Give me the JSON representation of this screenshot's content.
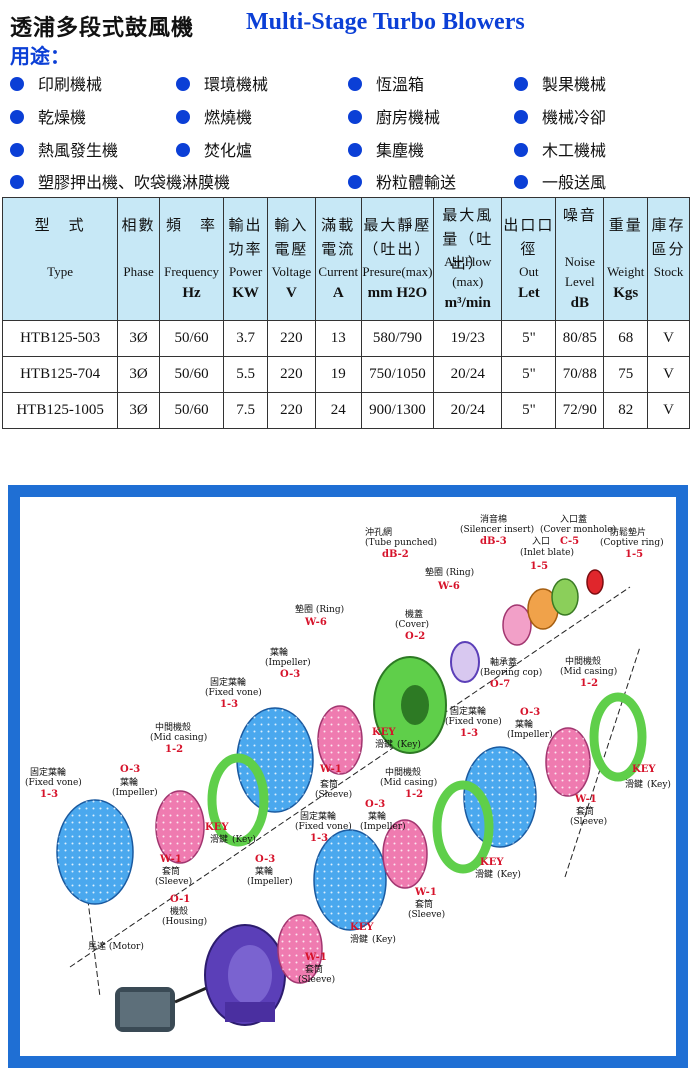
{
  "header": {
    "title_zh": "透浦多段式鼓風機",
    "title_en": "Multi-Stage Turbo Blowers",
    "usage_label": "用途："
  },
  "usage": [
    "印刷機械",
    "環境機械",
    "恆溫箱",
    "製果機械",
    "乾燥機",
    "燃燒機",
    "廚房機械",
    "機械冷卻",
    "熱風發生機",
    "焚化爐",
    "集塵機",
    "木工機械",
    "塑膠押出機、吹袋機淋膜機",
    "粉粒體輸送",
    "一般送風"
  ],
  "table": {
    "headers": [
      {
        "zh": "型　式",
        "en": "Type",
        "unit": ""
      },
      {
        "zh": "相數",
        "en": "Phase",
        "unit": ""
      },
      {
        "zh": "頻　率",
        "en": "Frequency",
        "unit": "Hz"
      },
      {
        "zh": "輸出功率",
        "en": "Power",
        "unit": "KW"
      },
      {
        "zh": "輸入電壓",
        "en": "Voltage",
        "unit": "V"
      },
      {
        "zh": "滿載電流",
        "en": "Current",
        "unit": "A"
      },
      {
        "zh": "最大靜壓（吐出）",
        "en": "Presure(max)",
        "unit": "mm H2O"
      },
      {
        "zh": "最大風量（吐出）",
        "en": "Air Flow (max)",
        "unit": "m³/min"
      },
      {
        "zh": "出口口徑",
        "en": "Out",
        "unit": "Let"
      },
      {
        "zh": "噪音",
        "en": "Noise Level",
        "unit": "dB"
      },
      {
        "zh": "重量",
        "en": "Weight",
        "unit": "Kgs"
      },
      {
        "zh": "庫存區分",
        "en": "Stock",
        "unit": ""
      }
    ],
    "rows": [
      [
        "HTB125-503",
        "3Ø",
        "50/60",
        "3.7",
        "220",
        "13",
        "580/790",
        "19/23",
        "5\"",
        "80/85",
        "68",
        "V"
      ],
      [
        "HTB125-704",
        "3Ø",
        "50/60",
        "5.5",
        "220",
        "19",
        "750/1050",
        "20/24",
        "5\"",
        "70/88",
        "75",
        "V"
      ],
      [
        "HTB125-1005",
        "3Ø",
        "50/60",
        "7.5",
        "220",
        "24",
        "900/1300",
        "20/24",
        "5\"",
        "72/90",
        "82",
        "V"
      ]
    ]
  },
  "diagram": {
    "labels": {
      "tube_zh": "沖孔網",
      "tube_en": "(Tube punched)",
      "tube_code": "dB-2",
      "silencer_zh": "消音棉",
      "silencer_en": "(Silencer insert)",
      "silencer_code": "dB-3",
      "cover_mh_zh": "入口蓋",
      "cover_mh_en": "(Cover monhole)",
      "cover_mh_code": "C-5",
      "inlet_zh": "入口",
      "inlet_en": "(Inlet blate)",
      "inlet_code": "1-5",
      "captive_zh": "防鬆墊片",
      "captive_en": "(Coptive ring)",
      "captive_code": "1-5",
      "ring1_zh": "墊圈 (Ring)",
      "ring1_code": "W-6",
      "ring2_zh": "墊圈 (Ring)",
      "ring2_code": "W-6",
      "cover_zh": "機蓋",
      "cover_en": "(Cover)",
      "cover_code": "O-2",
      "bearing_zh": "軸承蓋",
      "bearing_en": "(Beoring cop)",
      "bearing_code": "O-7",
      "imp_zh": "葉輪",
      "imp_en": "(Impeller)",
      "imp_code": "O-3",
      "fixed_zh": "固定葉輪",
      "fixed_en": "(Fixed vone)",
      "fixed_code": "1-3",
      "mid_zh": "中間機殼",
      "mid_en": "(Mid casing)",
      "mid_code": "1-2",
      "key_code": "KEY",
      "key_zh": "滑鍵",
      "key_en": "(Key)",
      "sleeve_code": "W-1",
      "sleeve_zh": "套筒",
      "sleeve_en": "(Sleeve)",
      "housing_zh": "機殼",
      "housing_en": "(Housing)",
      "housing_code": "O-1",
      "motor": "馬達 (Motor)"
    }
  },
  "colors": {
    "accent": "#0b3fd6",
    "table_bg": "#c7e8f6",
    "frame": "#1f6fd4",
    "code": "#d6122a",
    "impeller": "#ef7bb0",
    "fixed": "#4aa8ee",
    "casing": "#5fcf4a",
    "housing": "#5b3fb8"
  }
}
